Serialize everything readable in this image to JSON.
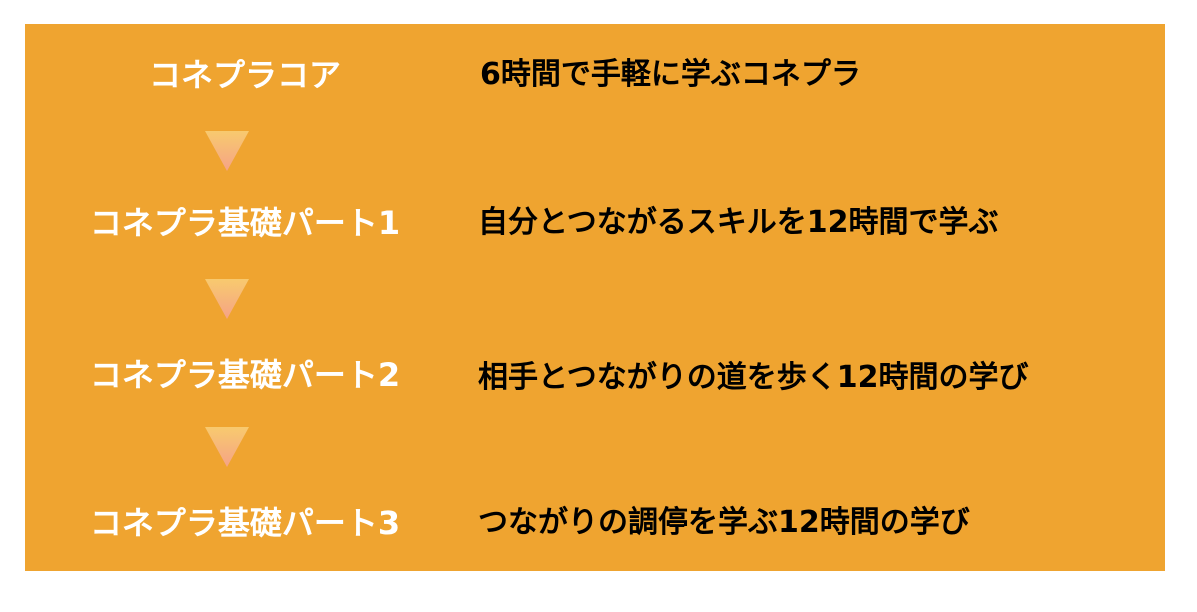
{
  "colors": {
    "panel_bg": "#EFA430",
    "label_text": "#FFFFFF",
    "desc_text": "#000000",
    "arrow_top": "#F8CA6E",
    "arrow_bottom": "#F5A386"
  },
  "steps": [
    {
      "label": "コネプラコア",
      "description": "6時間で手軽に学ぶコネプラ"
    },
    {
      "label": "コネプラ基礎パート1",
      "description": "自分とつながるスキルを12時間で学ぶ"
    },
    {
      "label": "コネプラ基礎パート2",
      "description": "相手とつながりの道を歩く12時間の学び"
    },
    {
      "label": "コネプラ基礎パート3",
      "description": "つながりの調停を学ぶ12時間の学び"
    }
  ],
  "arrows": [
    "down-triangle-icon",
    "down-triangle-icon",
    "down-triangle-icon"
  ]
}
